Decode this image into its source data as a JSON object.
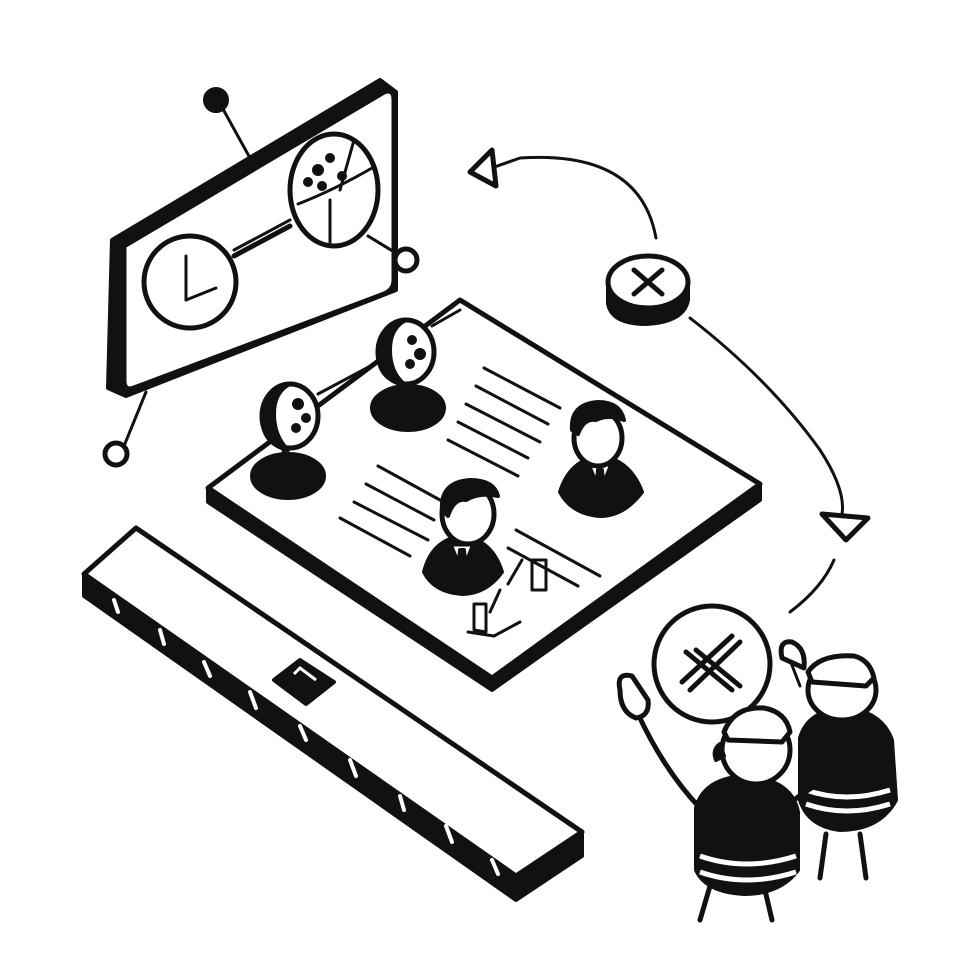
{
  "illustration": {
    "style": "hand-drawn black line art",
    "colors": {
      "ink": "#111111",
      "paper": "#ffffff"
    },
    "icons": {
      "dashboard": "tv-screen-with-clock-and-pie-chart",
      "cycle_arrows": "circular-arrows",
      "reject_token": "x-coin",
      "document": "profile-document-with-candidates",
      "bench": "long-bench",
      "people": "two-people-holding-x-sign"
    }
  }
}
